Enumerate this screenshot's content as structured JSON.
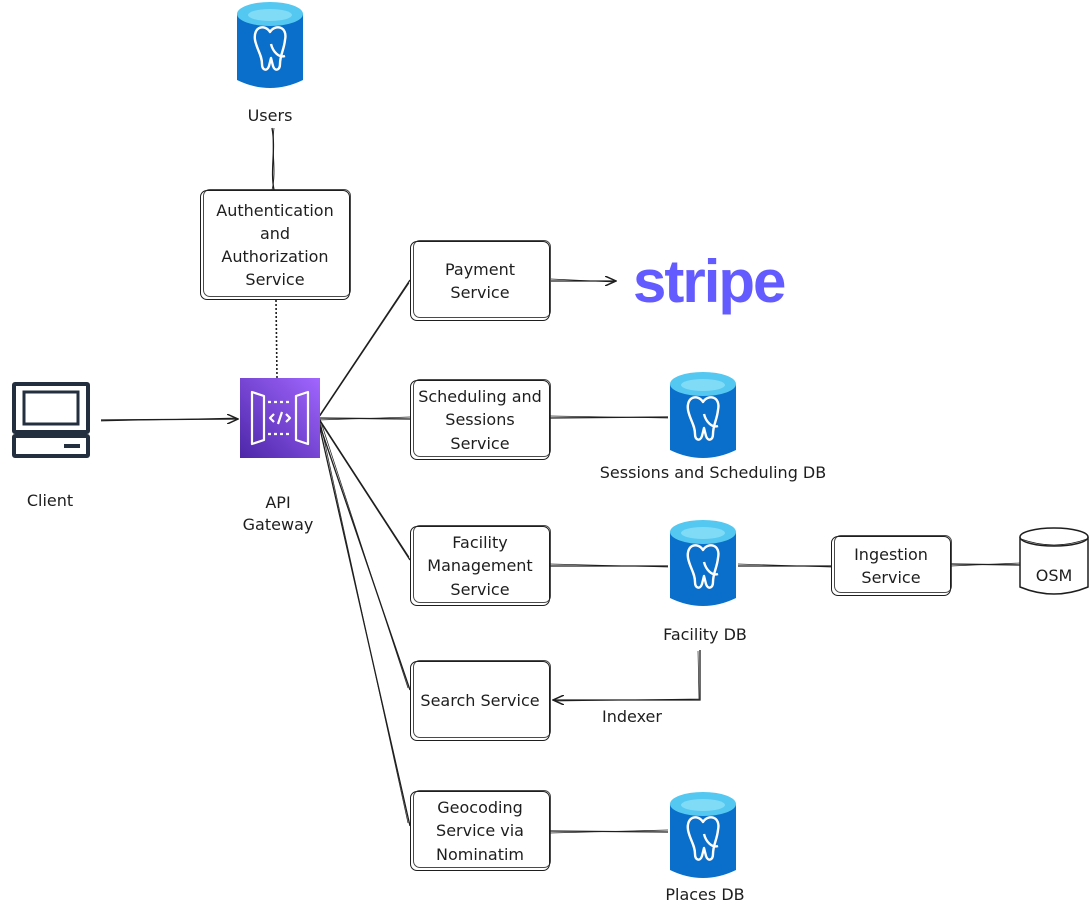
{
  "colors": {
    "stroke": "#1e1e1e",
    "postgres_blue": "#0a6fcb",
    "postgres_top": "#54c8f0",
    "gateway_purple": "#8c4fff",
    "stripe": "#635bff"
  },
  "nodes": {
    "users_db": {
      "label": "Users",
      "icon": "postgres-db-icon"
    },
    "auth_service": {
      "label": "Authentication and Authorization Service"
    },
    "client": {
      "label": "Client",
      "icon": "computer-terminal-icon"
    },
    "api_gateway": {
      "label": "API Gateway",
      "icon": "api-gateway-icon"
    },
    "payment_service": {
      "label": "Payment Service"
    },
    "stripe": {
      "label": "stripe"
    },
    "scheduling_service": {
      "label": "Scheduling and Sessions Service"
    },
    "sessions_db": {
      "label": "Sessions and Scheduling DB",
      "icon": "postgres-db-icon"
    },
    "facility_service": {
      "label": "Facility Management Service"
    },
    "facility_db": {
      "label": "Facility DB",
      "icon": "postgres-db-icon"
    },
    "ingestion_service": {
      "label": "Ingestion Service"
    },
    "osm": {
      "label": "OSM",
      "icon": "cylinder-db-icon"
    },
    "search_service": {
      "label": "Search Service"
    },
    "geocoding_service": {
      "label": "Geocoding Service via Nominatim"
    },
    "places_db": {
      "label": "Places DB",
      "icon": "postgres-db-icon"
    }
  },
  "edges": {
    "indexer_label": "Indexer"
  }
}
